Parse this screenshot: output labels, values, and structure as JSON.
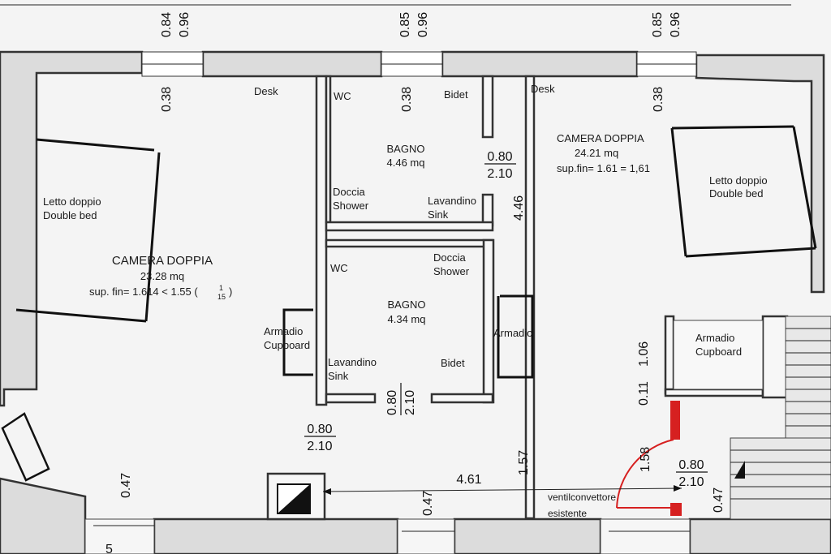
{
  "rooms": {
    "left_room": {
      "title": "CAMERA DOPPIA",
      "area": "23.28 mq",
      "sup": "sup. fin= 1.614 < 1.55 (",
      "frac_num": "1",
      "frac_den": "15",
      "sup_close": ")"
    },
    "right_room": {
      "title": "CAMERA DOPPIA",
      "area": "24.21 mq",
      "sup": "sup.fin= 1.61 = 1,61"
    },
    "bath_top": {
      "title": "BAGNO",
      "area": "4.46 mq"
    },
    "bath_bottom": {
      "title": "BAGNO",
      "area": "4.34 mq"
    }
  },
  "fixtures": {
    "desk_left": "Desk",
    "desk_right": "Desk",
    "wc_top": "WC",
    "bidet_top": "Bidet",
    "doccia_top": "Doccia",
    "shower_top": "Shower",
    "lavandino_top": "Lavandino",
    "sink_top": "Sink",
    "wc_bottom": "WC",
    "doccia_bottom": "Doccia",
    "shower_bottom": "Shower",
    "lavandino_bottom": "Lavandino",
    "sink_bottom": "Sink",
    "bidet_bottom": "Bidet",
    "bed_left_1": "Letto doppio",
    "bed_left_2": "Double bed",
    "bed_right_1": "Letto doppio",
    "bed_right_2": "Double bed",
    "armadio_left": "Armadio",
    "cupboard_left": "Cupboard",
    "armadio_mid": "Armadio",
    "armadio_right": "Armadio",
    "cupboard_right": "Cupboard",
    "ventil_1": "ventilconvettore",
    "ventil_2": "esistente"
  },
  "dimensions": {
    "win1_a": "0.84",
    "win1_b": "0.96",
    "win1_c": "0.38",
    "win2_a": "0.85",
    "win2_b": "0.96",
    "win2_c": "0.38",
    "win3_a": "0.85",
    "win3_b": "0.96",
    "win3_c": "0.38",
    "door_top_bath_w": "0.80",
    "door_top_bath_h": "2.10",
    "corridor_len": "4.46",
    "door_bottom_bath_w": "0.80",
    "door_bottom_bath_h": "2.10",
    "door_left_w": "0.80",
    "door_left_h": "2.10",
    "door_entry_w": "0.80",
    "door_entry_h": "2.10",
    "corridor_width": "4.61",
    "dim_157": "1.57",
    "dim_158": "1.58",
    "dim_106": "1.06",
    "dim_011": "0.11",
    "sill_left": "0.47",
    "sill_mid": "0.47",
    "sill_right": "0.47",
    "bottom_5": "5"
  },
  "colors": {
    "door_accent": "#d62020",
    "wall_fill": "#dcdcdc",
    "background": "#f4f4f4"
  }
}
